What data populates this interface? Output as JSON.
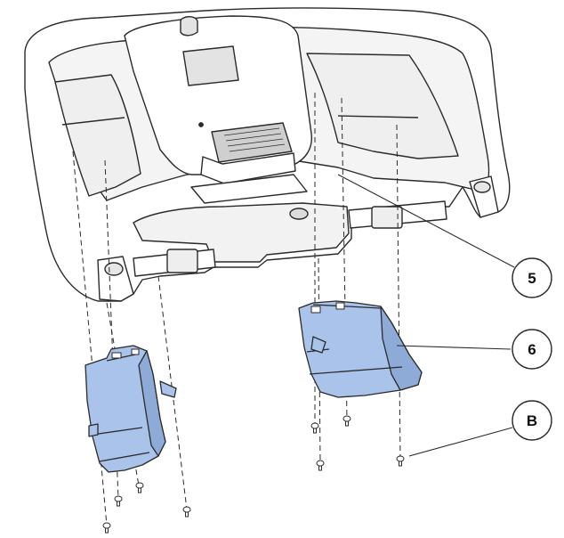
{
  "diagram": {
    "callouts": [
      {
        "id": "5",
        "label": "5"
      },
      {
        "id": "6",
        "label": "6"
      },
      {
        "id": "B",
        "label": "B"
      }
    ],
    "colors": {
      "part_fill": "#aac3ea",
      "part_fill_dark": "#8eabd8",
      "outline": "#2b2b2b",
      "console_fill": "#ffffff",
      "console_shade": "#e3e3e3"
    }
  }
}
